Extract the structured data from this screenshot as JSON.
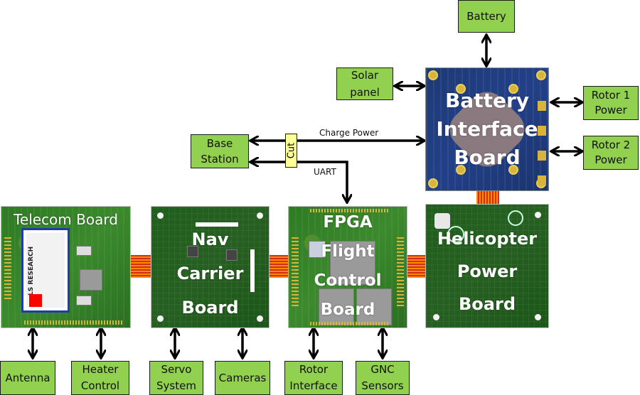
{
  "diagram": {
    "title": "Helicopter Avionics Board Architecture",
    "boards": {
      "battery_interface": "Battery Interface Board",
      "battery_interface_lines": [
        "Battery",
        "Interface",
        "Board"
      ],
      "telecom": "Telecom Board",
      "nav_carrier_lines": [
        "Nav",
        "Carrier",
        "Board"
      ],
      "fpga_lines": [
        "FPGA",
        "Flight",
        "Control",
        "Board"
      ],
      "helicopter_power_lines": [
        "Helicopter",
        "Power",
        "Board"
      ]
    },
    "blocks": {
      "battery": "Battery",
      "solar_panel_lines": [
        "Solar",
        "panel"
      ],
      "rotor1_power_lines": [
        "Rotor 1",
        "Power"
      ],
      "rotor2_power_lines": [
        "Rotor 2",
        "Power"
      ],
      "base_station_lines": [
        "Base",
        "Station"
      ],
      "antenna": "Antenna",
      "heater_control_lines": [
        "Heater",
        "Control"
      ],
      "servo_system_lines": [
        "Servo",
        "System"
      ],
      "cameras": "Cameras",
      "rotor_interface_lines": [
        "Rotor",
        "Interface"
      ],
      "gnc_sensors_lines": [
        "GNC",
        "Sensors"
      ]
    },
    "links": {
      "charge_power": "Charge Power",
      "uart": "UART",
      "cut": "Cut"
    },
    "module_text": {
      "brand": "LS RESEARCH"
    }
  },
  "colors": {
    "block_fill": "#92d050",
    "cut_fill": "#ffff99",
    "board_green": "#2f7a24",
    "board_blue": "#22408a"
  }
}
